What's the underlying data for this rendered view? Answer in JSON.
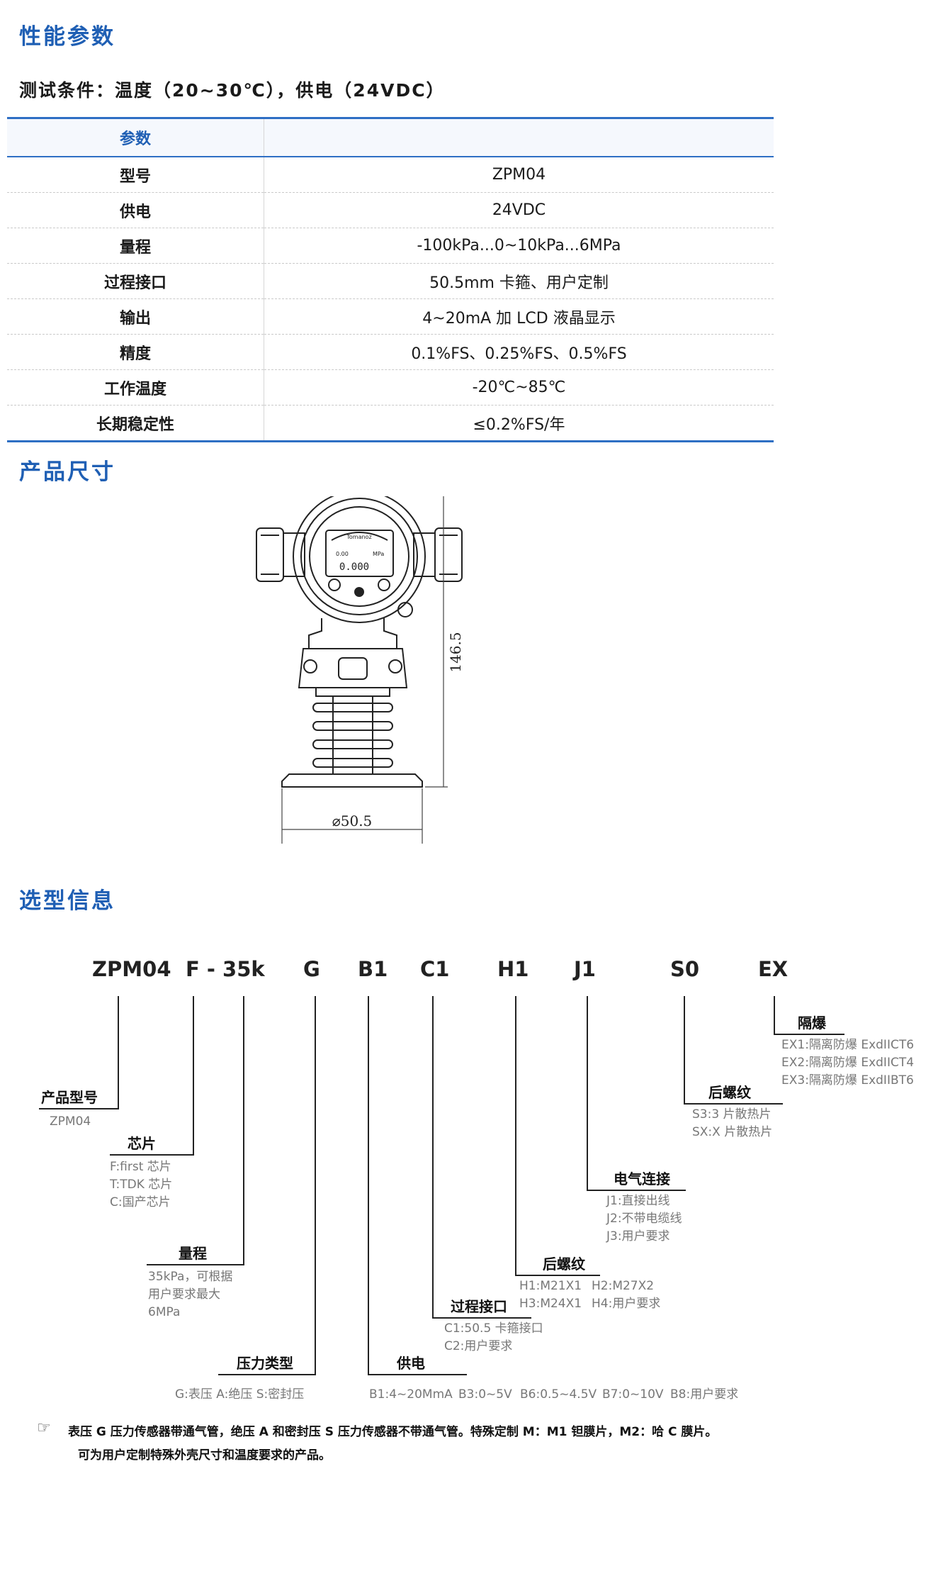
{
  "sections": {
    "performance": "性能参数",
    "dimensions": "产品尺寸",
    "selection": "选型信息"
  },
  "test_condition": "测试条件：温度（20~30℃），供电（24VDC）",
  "spec_table": {
    "header": [
      "参数",
      ""
    ],
    "rows": [
      {
        "param": "型号",
        "value": "ZPM04"
      },
      {
        "param": "供电",
        "value": "24VDC"
      },
      {
        "param": "量程",
        "value": "-100kPa...0~10kPa...6MPa"
      },
      {
        "param": "过程接口",
        "value": "50.5mm 卡箍、用户定制"
      },
      {
        "param": "输出",
        "value": "4~20mA 加 LCD 液晶显示"
      },
      {
        "param": "精度",
        "value": "0.1%FS、0.25%FS、0.5%FS"
      },
      {
        "param": "工作温度",
        "value": "-20℃~85℃"
      },
      {
        "param": "长期稳定性",
        "value": "≤0.2%FS/年"
      }
    ]
  },
  "drawing": {
    "dim_height": "146.5",
    "dim_diameter": "⌀50.5",
    "lcd_main": "0.000",
    "lcd_left": "0.00",
    "lcd_right": "MPa",
    "brand": "Tomanoz"
  },
  "model_code": {
    "parts": [
      "ZPM04",
      "F - 35k",
      "G",
      "B1",
      "C1",
      "H1",
      "J1",
      "S0",
      "EX"
    ],
    "groups": {
      "model": {
        "title": "产品型号",
        "options": [
          "ZPM04"
        ]
      },
      "chip": {
        "title": "芯片",
        "options": [
          "F:first 芯片",
          "T:TDK 芯片",
          "C:国产芯片"
        ]
      },
      "range": {
        "title": "量程",
        "options": [
          "35kPa，可根据",
          "用户要求最大",
          "6MPa"
        ]
      },
      "pressure_type": {
        "title": "压力类型",
        "options": [
          "G:表压 A:绝压 S:密封压"
        ]
      },
      "power": {
        "title": "供电",
        "options": [
          "B1:4~20MmA",
          "B3:0~5V",
          "B6:0.5~4.5V",
          "B7:0~10V",
          "B8:用户要求"
        ]
      },
      "process": {
        "title": "过程接口",
        "options": [
          "C1:50.5 卡箍接口",
          "C2:用户要求"
        ]
      },
      "thread": {
        "title": "后螺纹",
        "options": [
          "H1:M21X1",
          "H2:M27X2",
          "H3:M24X1",
          "H4:用户要求"
        ]
      },
      "electrical": {
        "title": "电气连接",
        "options": [
          "J1:直接出线",
          "J2:不带电缆线",
          "J3:用户要求"
        ]
      },
      "heatsink": {
        "title": "后螺纹",
        "options": [
          "S3:3 片散热片",
          "SX:X 片散热片"
        ]
      },
      "explosion": {
        "title": "隔爆",
        "options": [
          "EX1:隔离防爆 ExdIICT6",
          "EX2:隔离防爆 ExdIICT4",
          "EX3:隔离防爆 ExdIIBT6"
        ]
      }
    }
  },
  "notes": [
    "表压 G 压力传感器带通气管，绝压 A 和密封压 S 压力传感器不带通气管。特殊定制 M：M1 钽膜片，M2：哈 C 膜片。",
    "可为用户定制特殊外壳尺寸和温度要求的产品。"
  ],
  "note_icon": "pointing-hand-icon"
}
